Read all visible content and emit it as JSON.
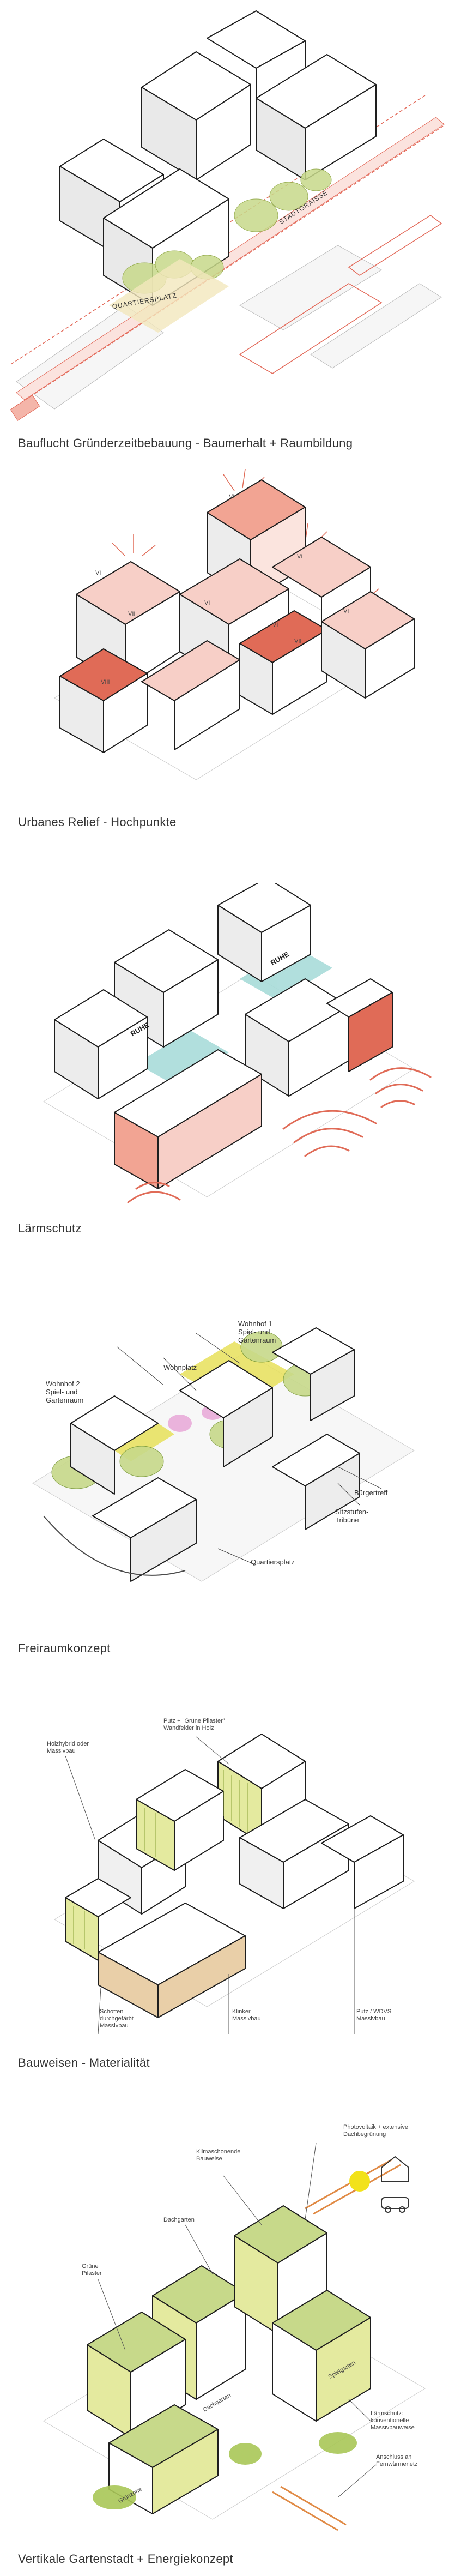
{
  "panels": [
    {
      "caption": "Bauflucht Gründerzeitbebauung - Baumerhalt + Raumbildung",
      "labels": {
        "street": "STADTGRAISSE",
        "square": "QUARTIERSPLATZ"
      }
    },
    {
      "caption": "Urbanes Relief - Hochpunkte",
      "labels": {
        "floors": [
          "VI",
          "VI",
          "VII",
          "VI",
          "VI",
          "VI",
          "VI",
          "VII",
          "VIII"
        ]
      }
    },
    {
      "caption": "Lärmschutz",
      "labels": {
        "quiet_1": "RUHE",
        "quiet_2": "RUHE"
      }
    },
    {
      "caption": "Freiraumkonzept",
      "labels": {
        "wohnhof1": "Wohnhof 1\nSpiel- und\nGartenraum",
        "wohnhof2": "Wohnhof 2\nSpiel- und\nGartenraum",
        "wohnplatz": "Wohnplatz",
        "buergertreff": "Bürgertreff",
        "sitzstufen": "Sitzstufen-\nTribüne",
        "quartiersplatz": "Quartiersplatz"
      }
    },
    {
      "caption": "Bauweisen - Materialität",
      "labels": {
        "putz_gruen": "Putz + \"Grüne Pilaster\"\nWandfelder in Holz",
        "holzhybrid": "Holzhybrid oder\nMassivbau",
        "schotten": "Schotten\ndurchgefärbt\nMassivbau",
        "klinker": "Klinker\nMassivbau",
        "putz_wdvs": "Putz / WDVS\nMassivbau"
      }
    },
    {
      "caption": "Vertikale Gartenstadt + Energiekonzept",
      "labels": {
        "photovoltaik": "Photovoltaik + extensive\nDachbegrünung",
        "klimaschonend": "Klimaschonende\nBauweise",
        "dachgarten": "Dachgarten",
        "gruene_pilaster": "Grüne\nPilaster",
        "laermschutz": "Lärmschutz:\nkonventionelle\nMassivbauweise",
        "anschluss": "Anschluss an\nFernwärmenetz",
        "dachgarten2": "Dachgarten",
        "spielgarten": "Spielgarten",
        "gruenzone": "Grünzone"
      }
    }
  ],
  "colors": {
    "accent_red": "#e06b57",
    "salmon": "#f2a493",
    "pink_light": "#f7cfc7",
    "cyan": "#a8dcd9",
    "tree_green": "#c7d98a",
    "yellow": "#e7e15a",
    "wood": "#e9cfa8",
    "stroke": "#1e1e1e"
  }
}
